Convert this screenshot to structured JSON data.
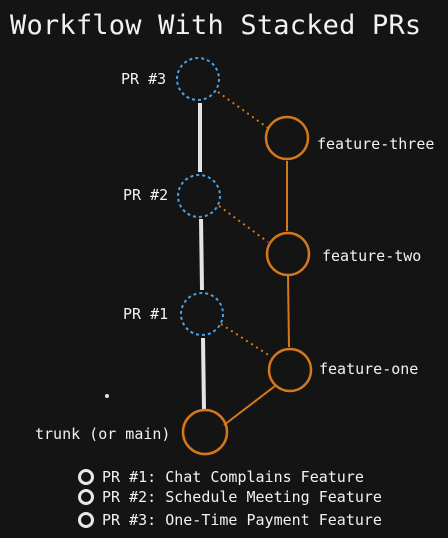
{
  "title": "Workflow With Stacked PRs",
  "pr_nodes": [
    {
      "label": "PR #3"
    },
    {
      "label": "PR #2"
    },
    {
      "label": "PR #1"
    }
  ],
  "feature_nodes": [
    {
      "label": "feature-three"
    },
    {
      "label": "feature-two"
    },
    {
      "label": "feature-one"
    }
  ],
  "trunk_label": "trunk (or main)",
  "legend": [
    {
      "text": "PR #1: Chat Complains Feature"
    },
    {
      "text": "PR #2: Schedule Meeting Feature"
    },
    {
      "text": "PR #3: One-Time Payment Feature"
    }
  ],
  "colors": {
    "background": "#141414",
    "pr_node": "#4aa3e8",
    "feature_node": "#d4791a",
    "pr_link": "#e4e4e4",
    "text": "#f2f2f2"
  }
}
